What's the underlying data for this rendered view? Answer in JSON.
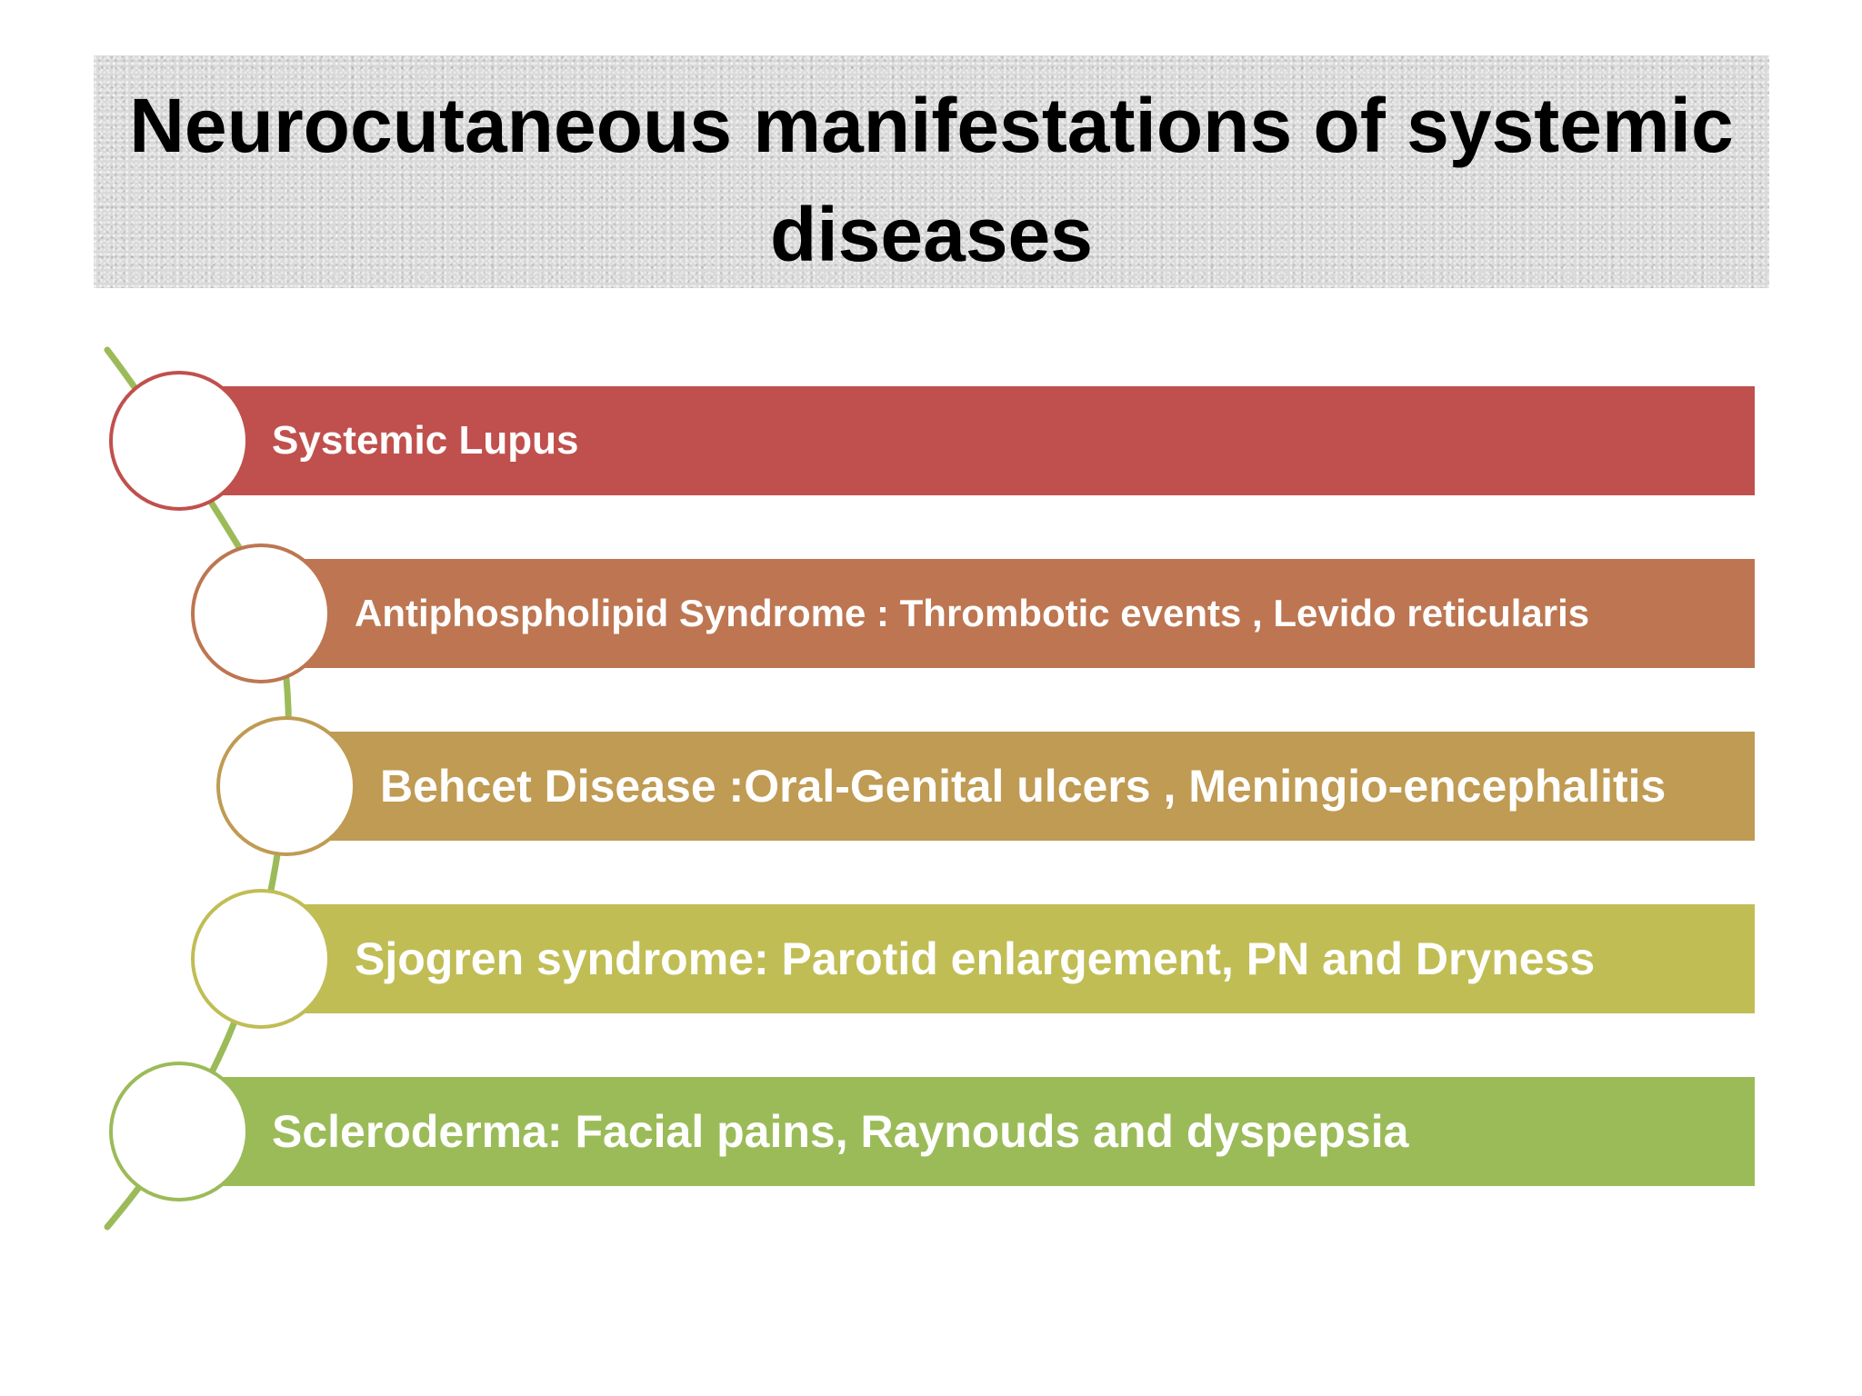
{
  "slide": {
    "title": "Neurocutaneous manifestations of systemic diseases",
    "items": [
      {
        "label": "Systemic Lupus",
        "color": "#c0504d"
      },
      {
        "label": "Antiphospholipid Syndrome  : Thrombotic events , Levido reticularis",
        "color": "#bd7651"
      },
      {
        "label": "Behcet Disease :Oral-Genital ulcers , Meningio-encephalitis",
        "color": "#bf9b53"
      },
      {
        "label": "Sjogren syndrome: Parotid enlargement, PN and Dryness",
        "color": "#c0bd55"
      },
      {
        "label": "Scleroderma: Facial pains, Raynouds and dyspepsia",
        "color": "#9bbb59"
      }
    ],
    "connector_color": "#9bbb59"
  }
}
